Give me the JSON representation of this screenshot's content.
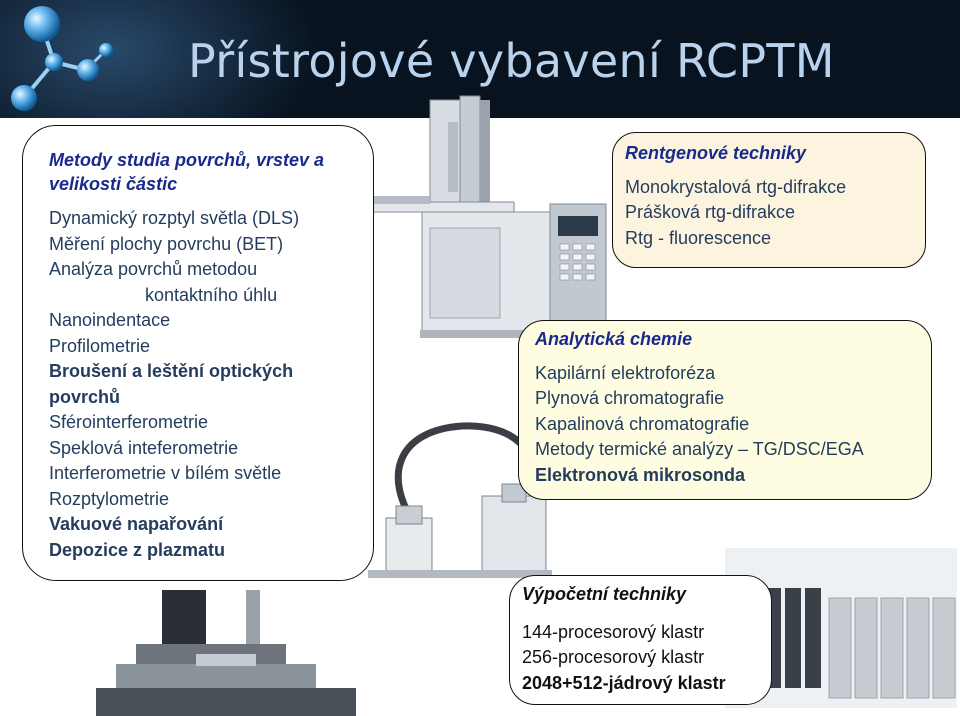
{
  "slide": {
    "title": "Přístrojové vybavení RCPTM"
  },
  "panels": {
    "left": {
      "heading": "Metody studia povrchů, vrstev a velikosti částic",
      "items": [
        "Dynamický rozptyl světla (DLS)",
        "Měření plochy povrchu (BET)",
        "Analýza povrchů metodou",
        "kontaktního úhlu",
        "Nanoindentace",
        "Profilometrie",
        "Broušení a leštění optických",
        "povrchů",
        "Sférointerferometrie",
        "Speklová inteferometrie",
        "Interferometrie v bílém světle",
        "Rozptylometrie",
        "Vakuové napařování",
        "Depozice z plazmatu"
      ]
    },
    "rentgen": {
      "heading": "Rentgenové techniky",
      "items": [
        "Monokrystalová rtg-difrakce",
        "Prášková rtg-difrakce",
        "Rtg - fluorescence"
      ]
    },
    "analytic": {
      "heading": "Analytická chemie",
      "items": [
        "Kapilární elektroforéza",
        "Plynová chromatografie",
        "Kapalinová chromatografie",
        "Metody termické analýzy – TG/DSC/EGA",
        "Elektronová mikrosonda"
      ]
    },
    "computing": {
      "heading": "Výpočetní techniky",
      "items": [
        "144-procesorový klastr",
        "256-procesorový klastr",
        "2048+512-jádrový klastr"
      ]
    }
  }
}
